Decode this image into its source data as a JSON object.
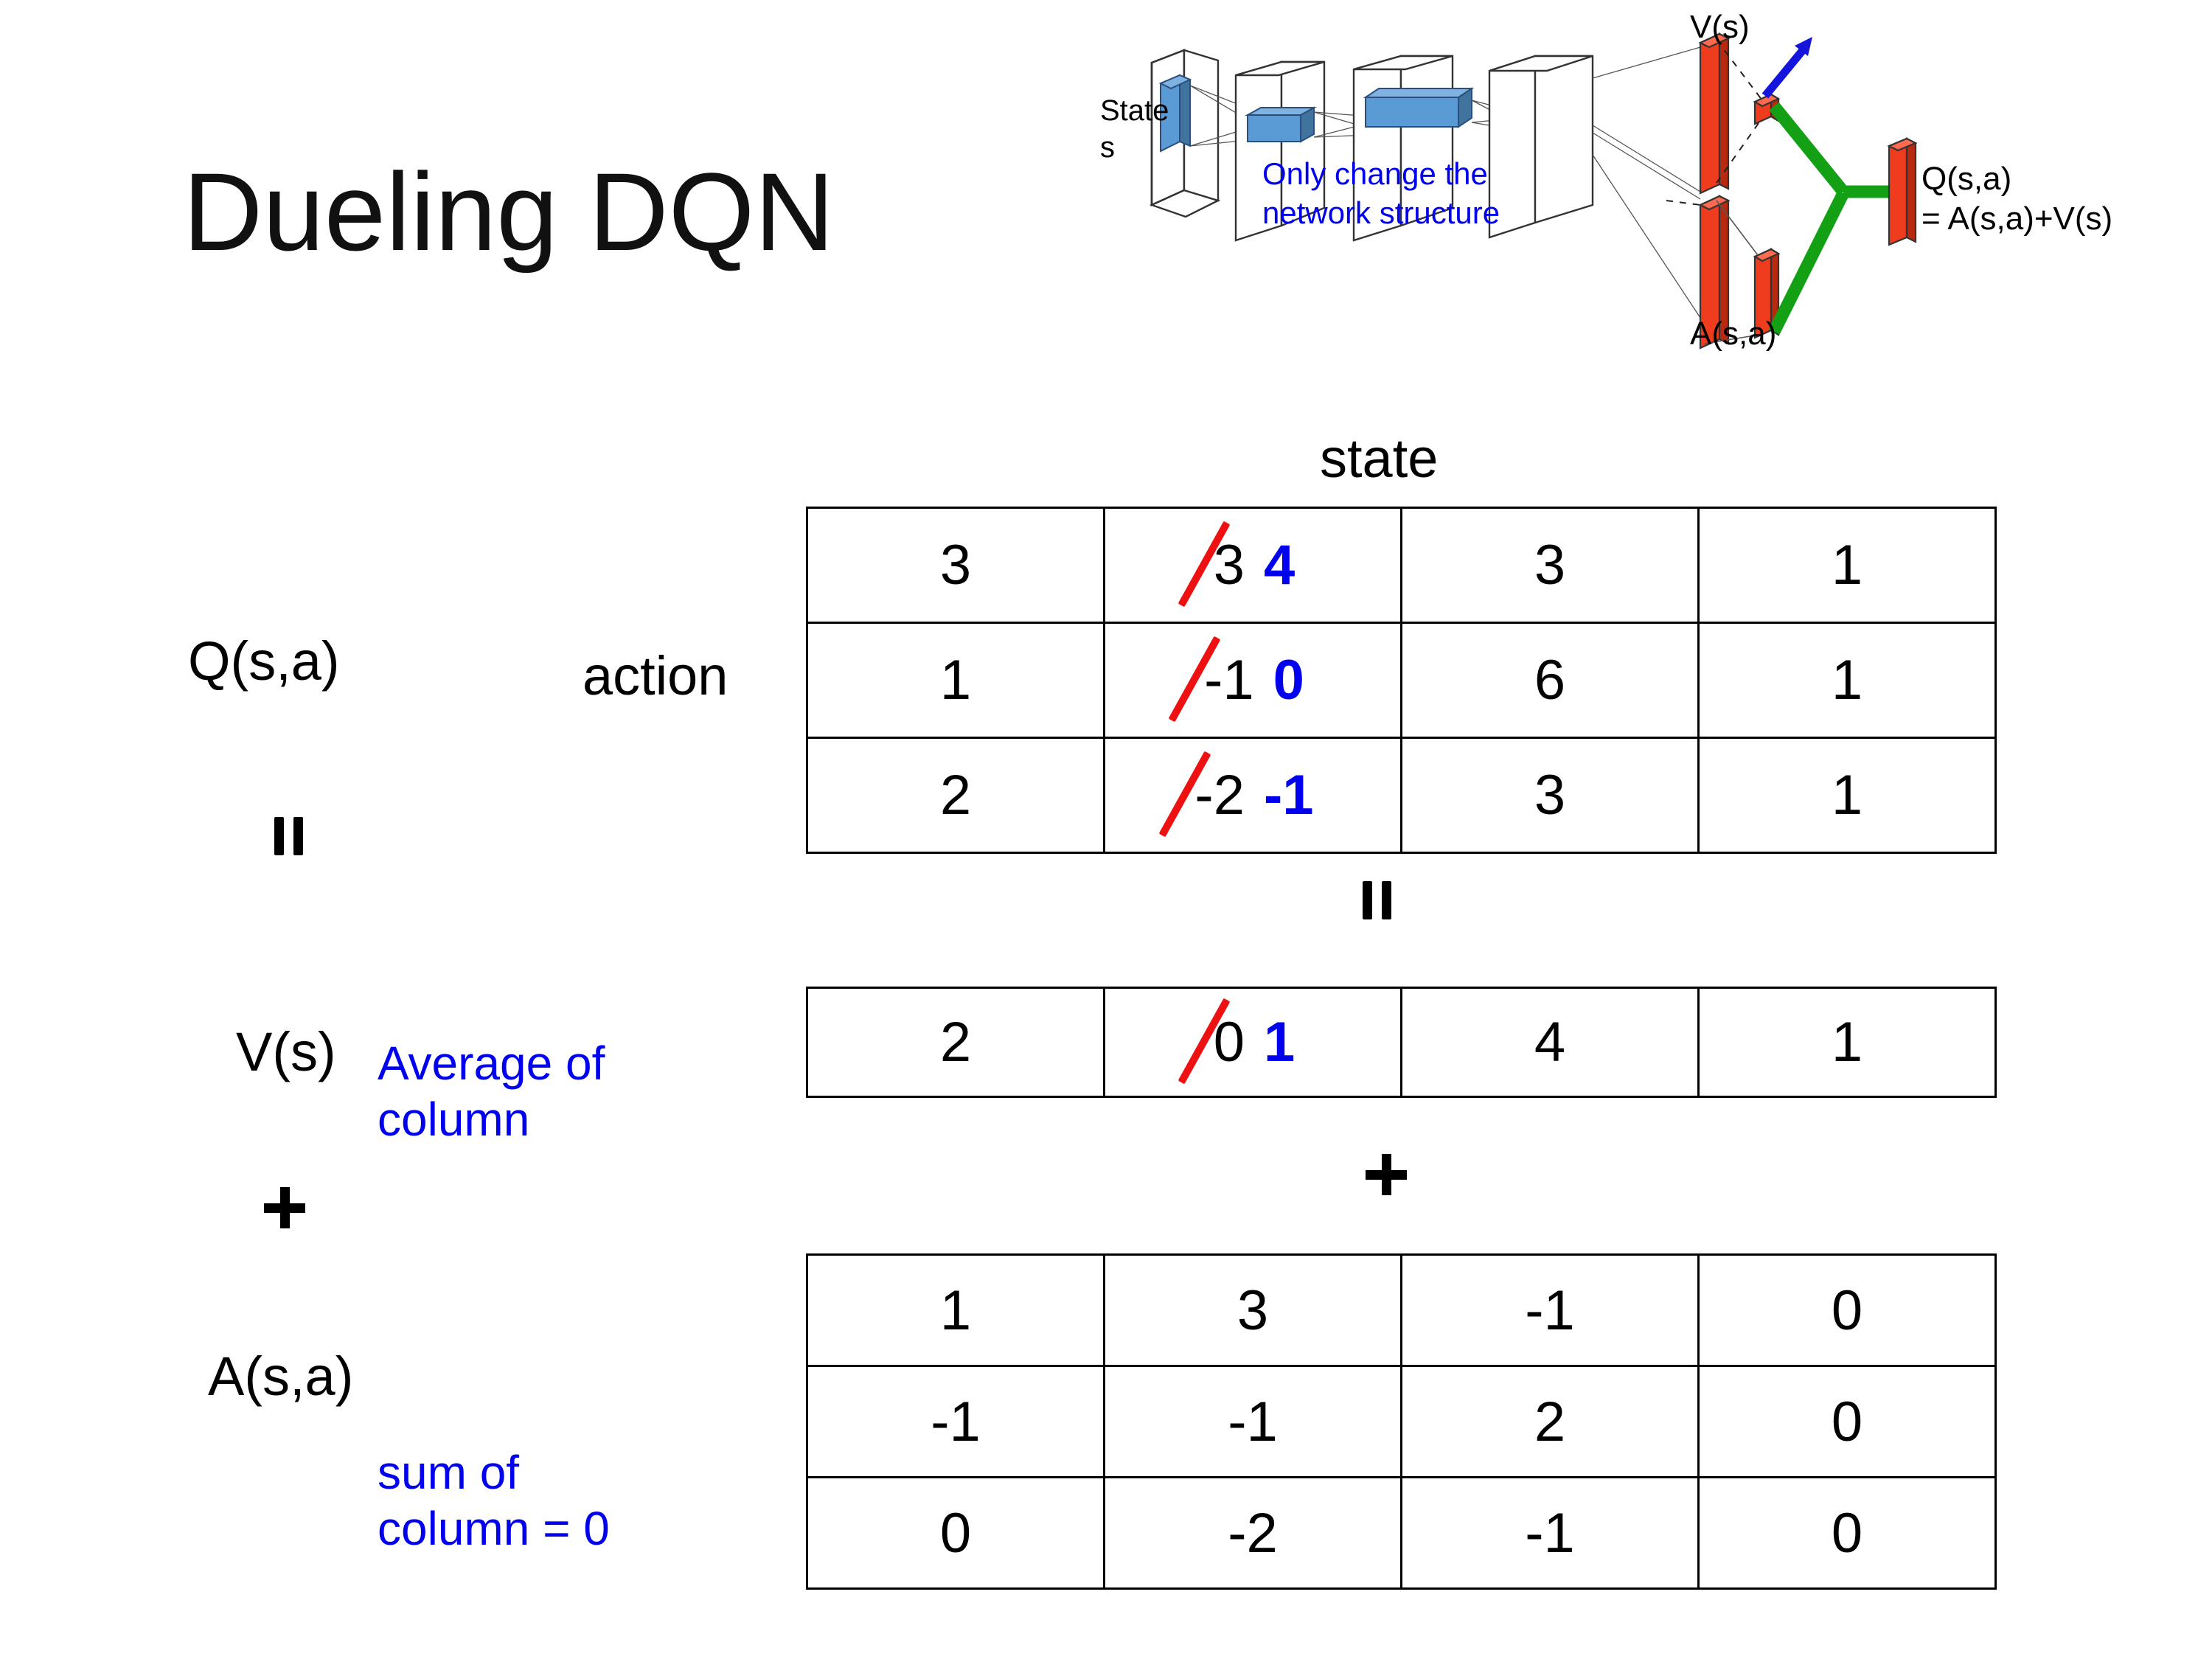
{
  "slide": {
    "title": "Dueling DQN"
  },
  "diagram": {
    "state_label": "State",
    "state_sub": "s",
    "note": "Only change the\nnetwork structure",
    "v_label": "V(s)",
    "a_label": "A(s,a)",
    "q_label": "Q(s,a)",
    "q_formula": "= A(s,a)+V(s)",
    "colors": {
      "blue_note": "#0000ee",
      "arrow_blue": "#1414dc",
      "bar_red": "#f03c1e",
      "link_green": "#14a014",
      "cube_blue": "#5b9bd5"
    }
  },
  "labels": {
    "state": "state",
    "action": "action",
    "q": "Q(s,a)",
    "v": "V(s)",
    "a": "A(s,a)",
    "equals": "=",
    "plus": "+"
  },
  "annotations": {
    "average_of_column": "Average of\ncolumn",
    "sum_of_column": "sum of\ncolumn = 0",
    "color": "#0000ee"
  },
  "colors": {
    "strike_red": "#ee1111",
    "new_value_blue": "#0000ee",
    "text_black": "#000000",
    "background": "#ffffff"
  },
  "chart_data": {
    "type": "table",
    "title": "Dueling DQN value decomposition",
    "axis_labels": {
      "columns": "state",
      "rows": "action"
    },
    "tables": [
      {
        "name": "Q(s,a)",
        "rows": 3,
        "cols": 4,
        "values": [
          [
            "3",
            "3",
            "3",
            "1"
          ],
          [
            "1",
            "-1",
            "6",
            "1"
          ],
          [
            "2",
            "-2",
            "3",
            "1"
          ]
        ],
        "edits": [
          {
            "row": 0,
            "col": 1,
            "old": "3",
            "new": "4",
            "struck": true
          },
          {
            "row": 1,
            "col": 1,
            "old": "-1",
            "new": "0",
            "struck": true
          },
          {
            "row": 2,
            "col": 1,
            "old": "-2",
            "new": "-1",
            "struck": true
          }
        ]
      },
      {
        "name": "V(s)",
        "rows": 1,
        "cols": 4,
        "values": [
          [
            "2",
            "0",
            "4",
            "1"
          ]
        ],
        "edits": [
          {
            "row": 0,
            "col": 1,
            "old": "0",
            "new": "1",
            "struck": true
          }
        ]
      },
      {
        "name": "A(s,a)",
        "rows": 3,
        "cols": 4,
        "values": [
          [
            "1",
            "3",
            "-1",
            "0"
          ],
          [
            "-1",
            "-1",
            "2",
            "0"
          ],
          [
            "0",
            "-2",
            "-1",
            "0"
          ]
        ],
        "edits": []
      }
    ],
    "relation": "Q(s,a) = V(s) + A(s,a)"
  },
  "cells": {
    "q": {
      "r0": {
        "c0": "3",
        "c1_old": "3",
        "c1_new": "4",
        "c2": "3",
        "c3": "1"
      },
      "r1": {
        "c0": "1",
        "c1_old": "-1",
        "c1_new": "0",
        "c2": "6",
        "c3": "1"
      },
      "r2": {
        "c0": "2",
        "c1_old": "-2",
        "c1_new": "-1",
        "c2": "3",
        "c3": "1"
      }
    },
    "v": {
      "r0": {
        "c0": "2",
        "c1_old": "0",
        "c1_new": "1",
        "c2": "4",
        "c3": "1"
      }
    },
    "a": {
      "r0": {
        "c0": "1",
        "c1": "3",
        "c2": "-1",
        "c3": "0"
      },
      "r1": {
        "c0": "-1",
        "c1": "-1",
        "c2": "2",
        "c3": "0"
      },
      "r2": {
        "c0": "0",
        "c1": "-2",
        "c2": "-1",
        "c3": "0"
      }
    }
  }
}
